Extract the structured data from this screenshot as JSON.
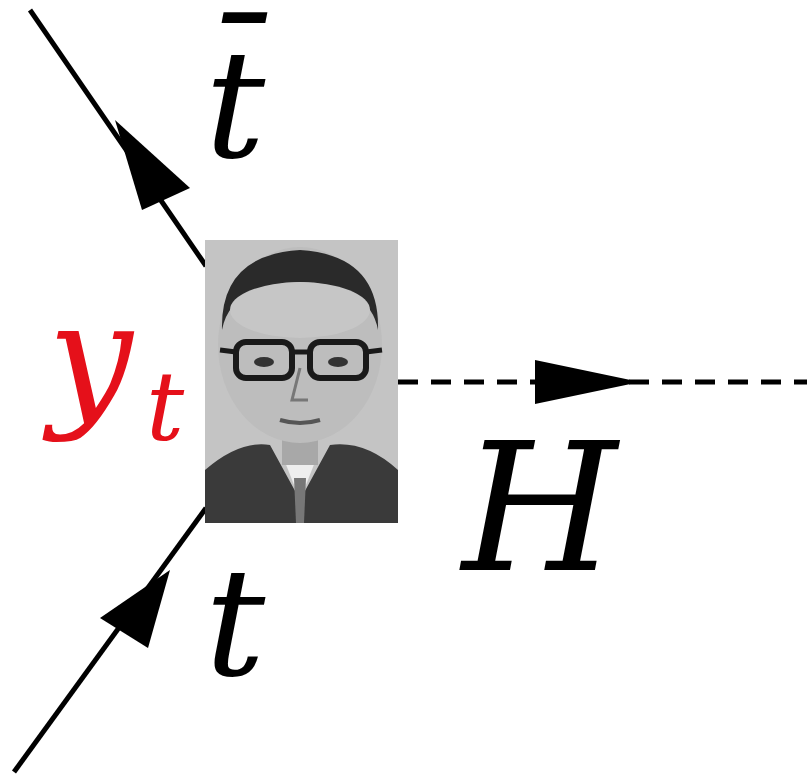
{
  "diagram": {
    "labels": [
      "t̄",
      "y",
      "t",
      "H",
      "t"
    ]
  }
}
